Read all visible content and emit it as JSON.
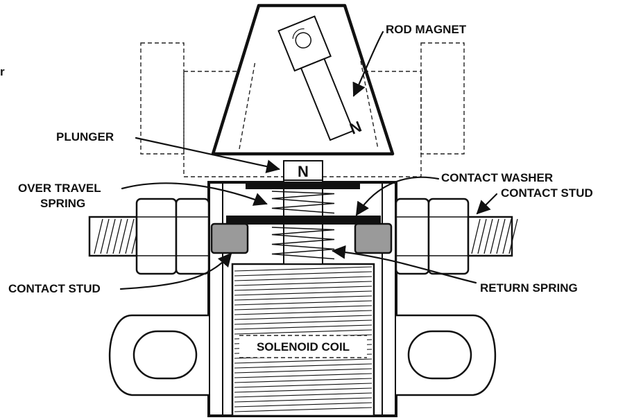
{
  "labels": {
    "rod_magnet": "ROD MAGNET",
    "plunger": "PLUNGER",
    "contact_washer": "CONTACT WASHER",
    "over_travel_spring_line1": "OVER TRAVEL",
    "over_travel_spring_line2": "SPRING",
    "contact_stud_right": "CONTACT STUD",
    "contact_stud_left": "CONTACT STUD",
    "return_spring": "RETURN SPRING",
    "solenoid_coil": "SOLENOID COIL",
    "plunger_pole": "N",
    "rod_magnet_pole": "N",
    "edge_fragment": "r"
  },
  "colors": {
    "ink": "#111111",
    "contact_gray": "#9a9a9a"
  }
}
